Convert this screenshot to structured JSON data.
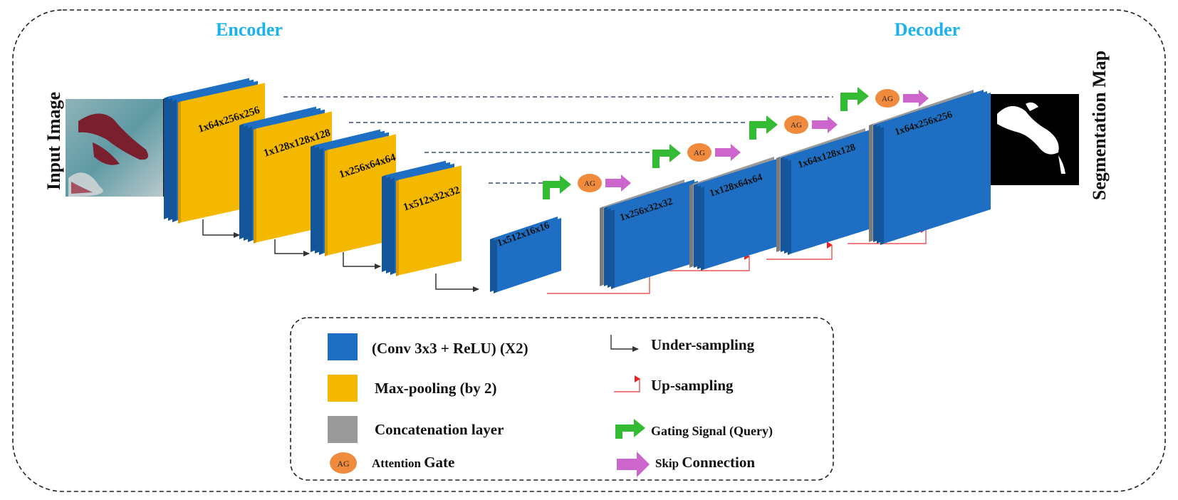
{
  "diagram": {
    "title_left": "Encoder",
    "title_right": "Decoder",
    "input_label": "Input Image",
    "output_label": "Segmentation Map",
    "colors": {
      "conv": "#1e6fc4",
      "conv_side": "#15559a",
      "pool": "#f5b800",
      "concat": "#9a9a9a",
      "title": "#1bb1ec",
      "ag_fill": "#f08a3c",
      "skip_arrow": "#cc66cc",
      "gating": "#33bb33",
      "upsample": "#ee3333",
      "undersample": "#333333",
      "dashed_skip": "#3b4a6b"
    },
    "encoder_blocks": [
      {
        "label": "1x64x256x256"
      },
      {
        "label": "1x128x128x128"
      },
      {
        "label": "1x256x64x64"
      },
      {
        "label": "1x512x32x32"
      }
    ],
    "bottleneck": {
      "label": "1x512x16x16"
    },
    "decoder_blocks": [
      {
        "label": "1x256x32x32"
      },
      {
        "label": "1x128x64x64"
      },
      {
        "label": "1x64x128x128"
      },
      {
        "label": "1x64x256x256"
      }
    ],
    "ag_label": "AG"
  },
  "legend": {
    "conv_label": "(Conv 3x3 + ReLU) (X2)",
    "pool_label": "Max-pooling (by 2)",
    "concat_label": "Concatenation layer",
    "ag_text": "AG",
    "attention_gate_prefix": "Attention ",
    "attention_gate_word": "Gate",
    "under_sampling_label": "Under-sampling",
    "up_sampling_label": "Up-sampling",
    "gating_label": "Gating Signal (Query)",
    "skip_prefix": "Skip ",
    "skip_word": "Connection"
  }
}
